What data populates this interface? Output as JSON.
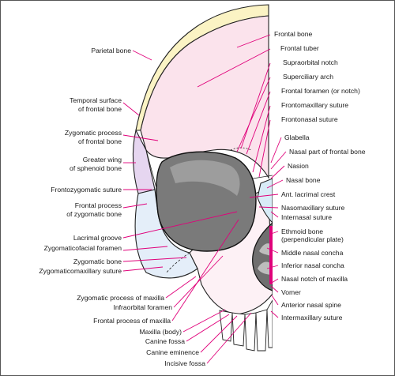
{
  "colors": {
    "frontal": "#fbe3ec",
    "parietal": "#fbf3c4",
    "sphenoid": "#e6d6f0",
    "zygomatic": "#e4eef9",
    "maxilla": "#fdf1f5",
    "nasal": "#d8ecf7",
    "orbit": "#7a7a7a",
    "cavity": "#6f6f6f",
    "leader": "#e0007a",
    "text": "#1a1a1a"
  },
  "labels_right": [
    "Frontal bone",
    "Frontal tuber",
    "Supraorbital notch",
    "Superciliary arch",
    "Frontal foramen (or notch)",
    "Frontomaxillary suture",
    "Frontonasal suture",
    "Glabella",
    "Nasal part of frontal bone",
    "Nasion",
    "Nasal bone",
    "Ant. lacrimal crest",
    "Nasomaxillary suture",
    "Internasal suture",
    "Ethmoid bone",
    "(perpendicular plate)",
    "Middle nasal concha",
    "Inferior nasal concha",
    "Nasal notch of maxilla",
    "Vomer",
    "Anterior nasal spine",
    "Intermaxillary suture"
  ],
  "labels_left": [
    "Parietal bone",
    "Temporal surface",
    "of frontal bone",
    "Zygomatic process",
    "of frontal bone",
    "Greater wing",
    "of sphenoid bone",
    "Frontozygomatic suture",
    "Frontal process",
    "of zygomatic bone",
    "Lacrimal groove",
    "Zygomaticofacial foramen",
    "Zygomatic bone",
    "Zygomaticomaxillary suture"
  ],
  "labels_bottom": [
    "Zygomatic process of maxilla",
    "Infraorbital foramen",
    "Frontal process of maxilla",
    "Maxilla (body)",
    "Canine fossa",
    "Canine eminence",
    "Incisive fossa"
  ]
}
